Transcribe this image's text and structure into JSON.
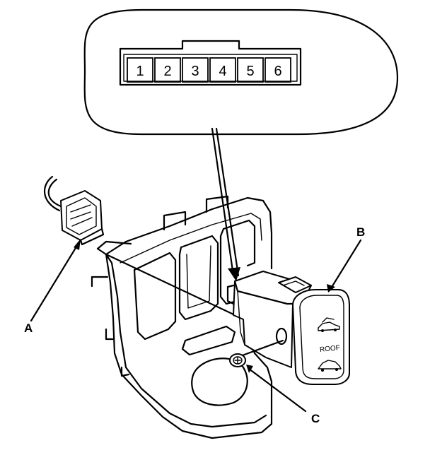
{
  "callouts": {
    "a": "A",
    "b": "B",
    "c": "C"
  },
  "connector": {
    "pins": [
      "1",
      "2",
      "3",
      "4",
      "5",
      "6"
    ]
  },
  "switch": {
    "label": "ROOF"
  },
  "icons": {
    "top": "car-with-open-roof-icon",
    "bottom": "car-with-closed-roof-icon"
  }
}
